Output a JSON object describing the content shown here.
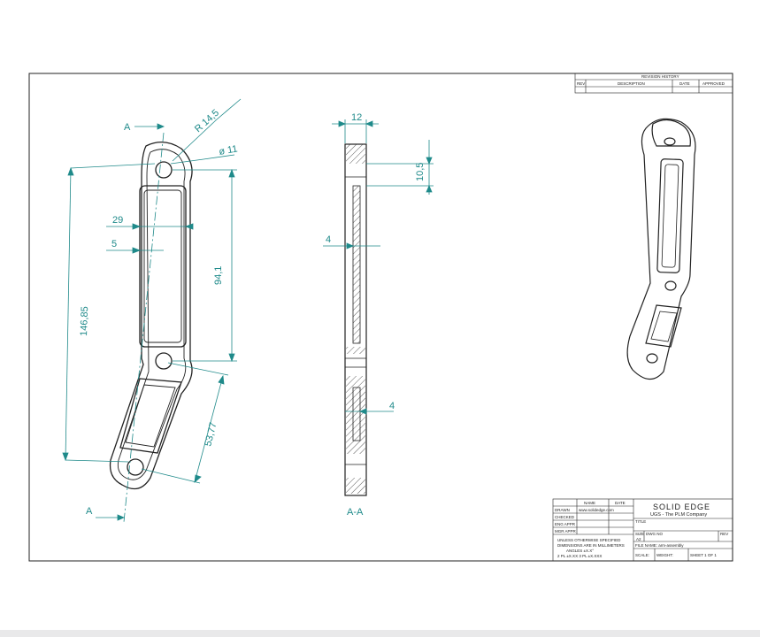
{
  "colors": {
    "dimension": "#1f8a8a",
    "outline": "#222222",
    "hatch": "#333333",
    "background": "#ffffff"
  },
  "front_view": {
    "section_mark_top": "A",
    "section_mark_bottom": "A",
    "radius": "R 14,5",
    "hole_diameter": "ø 11",
    "overall_length": "146,85",
    "slot_length": "94,1",
    "lower_length": "53,77",
    "slot_width": "29",
    "wall_width": "5"
  },
  "section_view": {
    "label": "A-A",
    "thickness": "12",
    "hole_depth": "10,5",
    "web_thickness_upper": "4",
    "web_thickness_lower": "4"
  },
  "title_block": {
    "company": "SOLID EDGE",
    "company_sub": "UGS - The PLM Company",
    "revision_header": "REVISION HISTORY",
    "rev_columns": [
      "REV",
      "DESCRIPTION",
      "DATE",
      "APPROVED"
    ],
    "col_name": "NAME",
    "col_date": "DATE",
    "row_labels": [
      "DRAWN",
      "CHECKED",
      "ENG APPR",
      "MGR APPR"
    ],
    "drawn_name": "www.solidedge.com",
    "notes": [
      "UNLESS OTHERWISE SPECIFIED",
      "DIMENSIONS ARE IN MILLIMETERS",
      "ANGLES ±X.X°",
      "2 PL ±X.XX 3 PL ±X.XXX"
    ],
    "title_label": "TITLE",
    "size_label": "SIZE",
    "size_value": "A2",
    "dwg_no_label": "DWG NO",
    "rev_label": "REV",
    "file_name": "FILE NAME: arm-assembly",
    "scale_label": "SCALE:",
    "weight_label": "WEIGHT:",
    "sheet_label": "SHEET 1 OF 1"
  }
}
